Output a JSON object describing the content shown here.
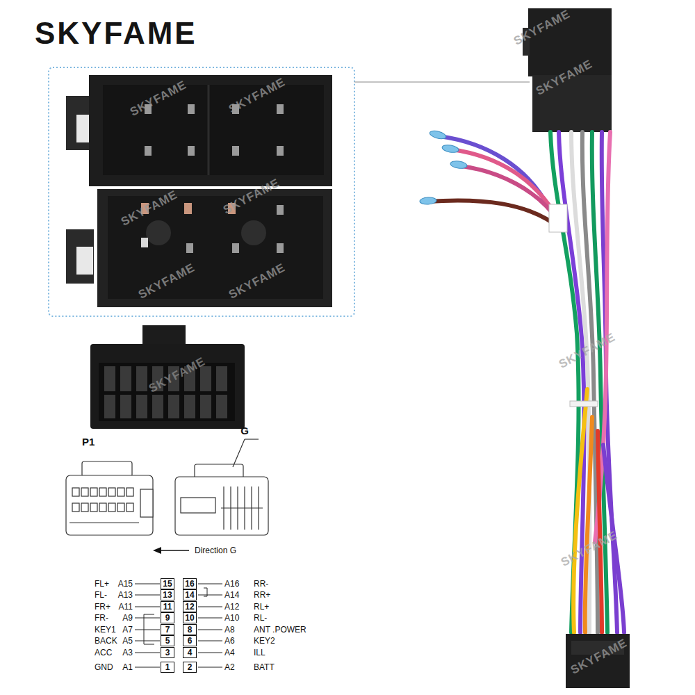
{
  "diagram": {
    "title": "SKYFAME",
    "labels": [
      "FL+",
      "A15",
      "15",
      "16",
      "A16",
      "RR-",
      "FL-",
      "A13",
      "13",
      "14",
      "A14",
      "RR+",
      "FR+",
      "A11",
      "11",
      "12",
      "A12",
      "RL+",
      "FR-",
      "A9",
      "9",
      "10",
      "A10",
      "RL-",
      "KEY1",
      "A7",
      "7",
      "8",
      "A8",
      "ANT .POWER",
      "BACK",
      "A5",
      "5",
      "6",
      "A6",
      "KEY2",
      "ACC",
      "A3",
      "3",
      "4",
      "A4",
      "ILL",
      "GND",
      "A1",
      "1",
      "2",
      "A2",
      "BATT",
      "P1",
      "G",
      "Direction G",
      "SKYFAME",
      "SKYFAME",
      "SKYFAME",
      "SKYFAME",
      "SKYFAME",
      "SKYFAME",
      "SKYFAME",
      "SKYFAME",
      "SKYFAME",
      "SKYFAME",
      "SKYFAME",
      "SKYFAME"
    ]
  }
}
